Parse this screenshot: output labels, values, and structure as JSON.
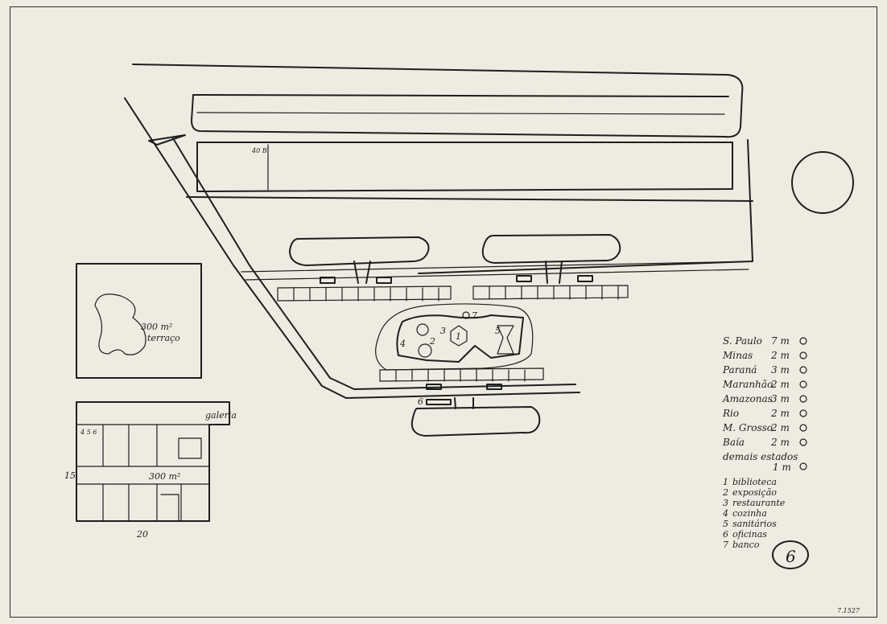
{
  "plan": {
    "space_label": "300 m²",
    "space_sublabel": "terraço",
    "gallery_label": "galeria",
    "floor_area": "300 m²",
    "dim_side": "15",
    "dim_bottom": "20",
    "mini_label": "4 5 6",
    "building_tag": "40 B"
  },
  "states": [
    {
      "name": "S. Paulo",
      "size": "7 m"
    },
    {
      "name": "Minas",
      "size": "2 m"
    },
    {
      "name": "Paraná",
      "size": "3 m"
    },
    {
      "name": "Maranhão",
      "size": "2 m"
    },
    {
      "name": "Amazonas",
      "size": "3 m"
    },
    {
      "name": "Rio",
      "size": "2 m"
    },
    {
      "name": "M. Grosso",
      "size": "2 m"
    },
    {
      "name": "Baía",
      "size": "2 m"
    },
    {
      "name": "demais estados",
      "size": "1 m"
    }
  ],
  "legend": [
    {
      "num": "1",
      "text": "biblioteca"
    },
    {
      "num": "2",
      "text": "exposição"
    },
    {
      "num": "3",
      "text": "restaurante"
    },
    {
      "num": "4",
      "text": "cozinha"
    },
    {
      "num": "5",
      "text": "sanitários"
    },
    {
      "num": "6",
      "text": "oficinas"
    },
    {
      "num": "7",
      "text": "banco"
    }
  ],
  "sheet_number": "6",
  "zone_numbers": [
    "1",
    "2",
    "3",
    "4",
    "5",
    "6",
    "7"
  ],
  "corner_note": "7.1527"
}
